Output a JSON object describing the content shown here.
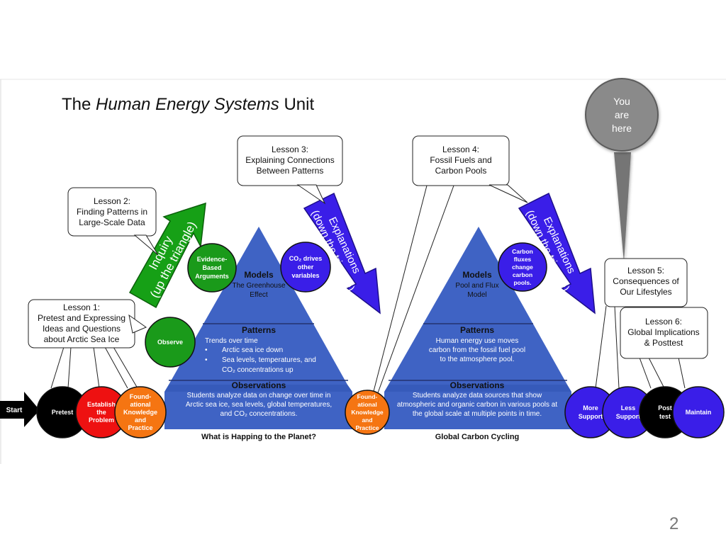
{
  "title": {
    "pre": "The ",
    "italic": "Human Energy Systems",
    "post": " Unit"
  },
  "you_are_here": [
    "You",
    "are",
    "here"
  ],
  "slide_number": "2",
  "lessons": [
    {
      "id": "lesson-1",
      "lines": [
        "Lesson 1:",
        "Pretest and Expressing",
        "Ideas and Questions",
        "about Arctic Sea Ice"
      ]
    },
    {
      "id": "lesson-2",
      "lines": [
        "Lesson 2:",
        "Finding Patterns in",
        "Large-Scale Data"
      ]
    },
    {
      "id": "lesson-3",
      "lines": [
        "Lesson 3:",
        "Explaining Connections",
        "Between Patterns"
      ]
    },
    {
      "id": "lesson-4",
      "lines": [
        "Lesson 4:",
        "Fossil Fuels and",
        "Carbon Pools"
      ]
    },
    {
      "id": "lesson-5",
      "lines": [
        "Lesson 5:",
        "Consequences of",
        "Our Lifestyles"
      ]
    },
    {
      "id": "lesson-6",
      "lines": [
        "Lesson 6:",
        "Global Implications",
        "& Posttest"
      ]
    }
  ],
  "arrows": {
    "start": "Start",
    "inquiry": [
      "Inquiry",
      "(up the triangle)"
    ],
    "explanations": [
      "Explanations",
      "(down the triangle)"
    ]
  },
  "circles": {
    "pretest": [
      "Pretest"
    ],
    "establish": [
      "Establish",
      "the",
      "Problem"
    ],
    "foundational": [
      "Found-",
      "ational",
      "Knowledge",
      "and",
      "Practice"
    ],
    "observe": [
      "Observe"
    ],
    "evidence": [
      "Evidence-",
      "Based",
      "Arguments"
    ],
    "co2": [
      "CO₂ drives",
      "other",
      "variables"
    ],
    "carbon_fluxes": [
      "Carbon",
      "fluxes",
      "change",
      "carbon",
      "pools."
    ],
    "more_support": [
      "More",
      "Support"
    ],
    "less_support": [
      "Less",
      "Support"
    ],
    "post_test": [
      "Post",
      "test"
    ],
    "maintain": [
      "Maintain"
    ]
  },
  "colors": {
    "pyramid": "#3f63c4",
    "green": "#1a9a1a",
    "red": "#ee1111",
    "orange": "#f57512",
    "purple": "#3a1ee8",
    "black": "#000000"
  },
  "pyramid1": {
    "models": {
      "title": "Models",
      "lines": [
        "The Greenhouse",
        "Effect"
      ]
    },
    "patterns": {
      "title": "Patterns",
      "lines": [
        "Trends over time",
        "Arctic sea ice down",
        "Sea levels, temperatures, and",
        "CO₂ concentrations up"
      ]
    },
    "observations": {
      "title": "Observations",
      "lines": [
        "Students analyze data on change over time in",
        "Arctic sea ice, sea levels, global temperatures,",
        "and CO₂ concentrations."
      ]
    },
    "caption": "What is Happing to the Planet?"
  },
  "pyramid2": {
    "models": {
      "title": "Models",
      "lines": [
        "Pool and Flux",
        "Model"
      ]
    },
    "patterns": {
      "title": "Patterns",
      "lines": [
        "Human energy use moves",
        "carbon from the fossil fuel pool",
        "to the atmosphere pool."
      ]
    },
    "observations": {
      "title": "Observations",
      "lines": [
        "Students analyze data sources that show",
        "atmospheric and organic carbon in various pools at",
        "the global scale at multiple points in time."
      ]
    },
    "caption": "Global Carbon Cycling"
  }
}
